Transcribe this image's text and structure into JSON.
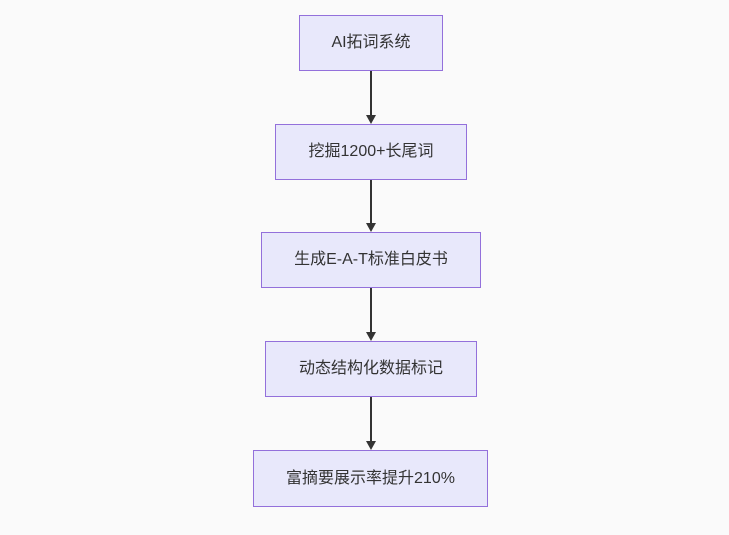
{
  "diagram": {
    "type": "flowchart",
    "direction": "top-down",
    "nodes": [
      {
        "id": "node-1",
        "label": "AI拓词系统"
      },
      {
        "id": "node-2",
        "label": "挖掘1200+长尾词"
      },
      {
        "id": "node-3",
        "label": "生成E-A-T标准白皮书"
      },
      {
        "id": "node-4",
        "label": "动态结构化数据标记"
      },
      {
        "id": "node-5",
        "label": "富摘要展示率提升210%"
      }
    ],
    "edges": [
      {
        "from": "node-1",
        "to": "node-2",
        "style": "arrow-down"
      },
      {
        "from": "node-2",
        "to": "node-3",
        "style": "arrow-down"
      },
      {
        "from": "node-3",
        "to": "node-4",
        "style": "arrow-down"
      },
      {
        "from": "node-4",
        "to": "node-5",
        "style": "arrow-down"
      }
    ],
    "colors": {
      "background": "#fafafa",
      "node_fill": "#e8e8fb",
      "node_border": "#9370db",
      "node_text": "#333333",
      "arrow": "#333333"
    }
  }
}
